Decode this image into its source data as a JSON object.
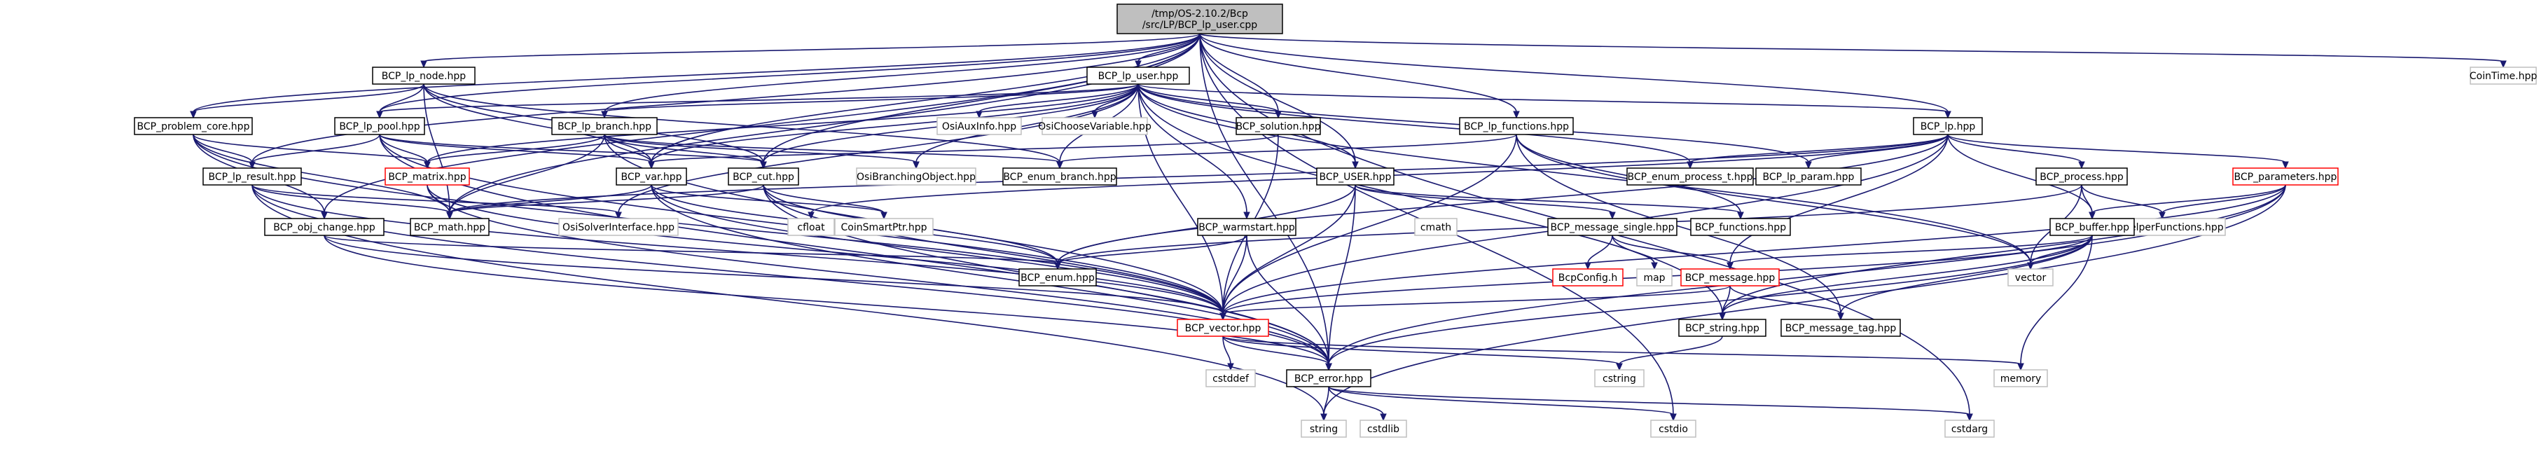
{
  "graph": {
    "root": "/tmp/OS-2.10.2/Bcp\n/src/LP/BCP_lp_user.cpp",
    "nodes": [
      {
        "id": "root",
        "label": "/tmp/OS-2.10.2/Bcp\n/src/LP/BCP_lp_user.cpp",
        "style": "root"
      },
      {
        "id": "lp_node",
        "label": "BCP_lp_node.hpp",
        "style": "normal"
      },
      {
        "id": "lp_user",
        "label": "BCP_lp_user.hpp",
        "style": "normal"
      },
      {
        "id": "coin_time",
        "label": "CoinTime.hpp",
        "style": "grey"
      },
      {
        "id": "problem_core",
        "label": "BCP_problem_core.hpp",
        "style": "normal"
      },
      {
        "id": "lp_pool",
        "label": "BCP_lp_pool.hpp",
        "style": "normal"
      },
      {
        "id": "lp_branch",
        "label": "BCP_lp_branch.hpp",
        "style": "normal"
      },
      {
        "id": "osi_aux",
        "label": "OsiAuxInfo.hpp",
        "style": "grey"
      },
      {
        "id": "osi_choose",
        "label": "OsiChooseVariable.hpp",
        "style": "grey"
      },
      {
        "id": "solution",
        "label": "BCP_solution.hpp",
        "style": "normal"
      },
      {
        "id": "lp_functions",
        "label": "BCP_lp_functions.hpp",
        "style": "normal"
      },
      {
        "id": "lp_hpp",
        "label": "BCP_lp.hpp",
        "style": "normal"
      },
      {
        "id": "lp_result",
        "label": "BCP_lp_result.hpp",
        "style": "normal"
      },
      {
        "id": "matrix",
        "label": "BCP_matrix.hpp",
        "style": "red"
      },
      {
        "id": "var",
        "label": "BCP_var.hpp",
        "style": "normal"
      },
      {
        "id": "cut",
        "label": "BCP_cut.hpp",
        "style": "normal"
      },
      {
        "id": "osi_branching",
        "label": "OsiBranchingObject.hpp",
        "style": "grey"
      },
      {
        "id": "enum_branch",
        "label": "BCP_enum_branch.hpp",
        "style": "normal"
      },
      {
        "id": "user",
        "label": "BCP_USER.hpp",
        "style": "normal"
      },
      {
        "id": "enum_process",
        "label": "BCP_enum_process_t.hpp",
        "style": "normal"
      },
      {
        "id": "lp_param",
        "label": "BCP_lp_param.hpp",
        "style": "normal"
      },
      {
        "id": "process",
        "label": "BCP_process.hpp",
        "style": "normal"
      },
      {
        "id": "parameters",
        "label": "BCP_parameters.hpp",
        "style": "red"
      },
      {
        "id": "obj_change",
        "label": "BCP_obj_change.hpp",
        "style": "normal"
      },
      {
        "id": "math",
        "label": "BCP_math.hpp",
        "style": "normal"
      },
      {
        "id": "osi_solver",
        "label": "OsiSolverInterface.hpp",
        "style": "grey"
      },
      {
        "id": "cfloat",
        "label": "cfloat",
        "style": "grey"
      },
      {
        "id": "coin_smart",
        "label": "CoinSmartPtr.hpp",
        "style": "grey"
      },
      {
        "id": "warmstart",
        "label": "BCP_warmstart.hpp",
        "style": "normal"
      },
      {
        "id": "cmath",
        "label": "cmath",
        "style": "grey"
      },
      {
        "id": "msg_single",
        "label": "BCP_message_single.hpp",
        "style": "normal"
      },
      {
        "id": "functions",
        "label": "BCP_functions.hpp",
        "style": "normal"
      },
      {
        "id": "coin_helper",
        "label": "CoinHelperFunctions.hpp",
        "style": "grey"
      },
      {
        "id": "buffer",
        "label": "BCP_buffer.hpp",
        "style": "normal"
      },
      {
        "id": "enum",
        "label": "BCP_enum.hpp",
        "style": "normal"
      },
      {
        "id": "bcp_config",
        "label": "BcpConfig.h",
        "style": "red"
      },
      {
        "id": "map",
        "label": "map",
        "style": "grey"
      },
      {
        "id": "message",
        "label": "BCP_message.hpp",
        "style": "red"
      },
      {
        "id": "vector_std",
        "label": "vector",
        "style": "grey"
      },
      {
        "id": "bcp_vector",
        "label": "BCP_vector.hpp",
        "style": "red"
      },
      {
        "id": "string_hpp",
        "label": "BCP_string.hpp",
        "style": "normal"
      },
      {
        "id": "msg_tag",
        "label": "BCP_message_tag.hpp",
        "style": "normal"
      },
      {
        "id": "cstddef",
        "label": "cstddef",
        "style": "grey"
      },
      {
        "id": "error",
        "label": "BCP_error.hpp",
        "style": "normal"
      },
      {
        "id": "cstring",
        "label": "cstring",
        "style": "grey"
      },
      {
        "id": "memory",
        "label": "memory",
        "style": "grey"
      },
      {
        "id": "string_std",
        "label": "string",
        "style": "grey"
      },
      {
        "id": "cstdlib",
        "label": "cstdlib",
        "style": "grey"
      },
      {
        "id": "cstdio",
        "label": "cstdio",
        "style": "grey"
      },
      {
        "id": "cstdarg",
        "label": "cstdarg",
        "style": "grey"
      }
    ],
    "edges": [
      [
        "root",
        "lp_node"
      ],
      [
        "root",
        "lp_user"
      ],
      [
        "root",
        "coin_time"
      ],
      [
        "root",
        "problem_core"
      ],
      [
        "root",
        "lp_pool"
      ],
      [
        "root",
        "lp_branch"
      ],
      [
        "root",
        "solution"
      ],
      [
        "root",
        "lp_functions"
      ],
      [
        "root",
        "lp_hpp"
      ],
      [
        "root",
        "lp_result"
      ],
      [
        "root",
        "cut"
      ],
      [
        "root",
        "var"
      ],
      [
        "root",
        "user"
      ],
      [
        "root",
        "obj_change"
      ],
      [
        "root",
        "math"
      ],
      [
        "root",
        "error"
      ],
      [
        "root",
        "cstdio"
      ],
      [
        "root",
        "cstdarg"
      ],
      [
        "lp_node",
        "problem_core"
      ],
      [
        "lp_node",
        "lp_pool"
      ],
      [
        "lp_node",
        "var"
      ],
      [
        "lp_node",
        "cut"
      ],
      [
        "lp_node",
        "math"
      ],
      [
        "lp_node",
        "enum_branch"
      ],
      [
        "lp_user",
        "lp_pool"
      ],
      [
        "lp_user",
        "lp_branch"
      ],
      [
        "lp_user",
        "osi_aux"
      ],
      [
        "lp_user",
        "osi_choose"
      ],
      [
        "lp_user",
        "solution"
      ],
      [
        "lp_user",
        "enum_process"
      ],
      [
        "lp_user",
        "lp_param"
      ],
      [
        "lp_user",
        "lp_hpp"
      ],
      [
        "lp_user",
        "var"
      ],
      [
        "lp_user",
        "cut"
      ],
      [
        "lp_user",
        "matrix"
      ],
      [
        "lp_user",
        "enum_branch"
      ],
      [
        "lp_user",
        "user"
      ],
      [
        "lp_user",
        "warmstart"
      ],
      [
        "lp_user",
        "bcp_vector"
      ],
      [
        "lp_user",
        "osi_branching"
      ],
      [
        "lp_user",
        "osi_solver"
      ],
      [
        "lp_user",
        "vector_std"
      ],
      [
        "lp_user",
        "string_hpp"
      ],
      [
        "problem_core",
        "lp_result"
      ],
      [
        "problem_core",
        "matrix"
      ],
      [
        "problem_core",
        "obj_change"
      ],
      [
        "problem_core",
        "math"
      ],
      [
        "problem_core",
        "bcp_vector"
      ],
      [
        "lp_pool",
        "lp_result"
      ],
      [
        "lp_pool",
        "matrix"
      ],
      [
        "lp_pool",
        "var"
      ],
      [
        "lp_pool",
        "cut"
      ],
      [
        "lp_pool",
        "error"
      ],
      [
        "lp_pool",
        "bcp_vector"
      ],
      [
        "lp_branch",
        "matrix"
      ],
      [
        "lp_branch",
        "var"
      ],
      [
        "lp_branch",
        "cut"
      ],
      [
        "lp_branch",
        "enum_branch"
      ],
      [
        "lp_branch",
        "osi_branching"
      ],
      [
        "lp_branch",
        "bcp_vector"
      ],
      [
        "lp_branch",
        "math"
      ],
      [
        "solution",
        "var"
      ],
      [
        "solution",
        "bcp_vector"
      ],
      [
        "lp_functions",
        "enum_branch"
      ],
      [
        "lp_functions",
        "bcp_vector"
      ],
      [
        "lp_functions",
        "msg_tag"
      ],
      [
        "lp_functions",
        "functions"
      ],
      [
        "lp_functions",
        "vector_std"
      ],
      [
        "lp_hpp",
        "enum_process"
      ],
      [
        "lp_hpp",
        "lp_param"
      ],
      [
        "lp_hpp",
        "process"
      ],
      [
        "lp_hpp",
        "parameters"
      ],
      [
        "lp_hpp",
        "buffer"
      ],
      [
        "lp_hpp",
        "math"
      ],
      [
        "lp_hpp",
        "cfloat"
      ],
      [
        "lp_hpp",
        "bcp_vector"
      ],
      [
        "lp_hpp",
        "enum"
      ],
      [
        "lp_hpp",
        "message"
      ],
      [
        "lp_result",
        "math"
      ],
      [
        "lp_result",
        "osi_solver"
      ],
      [
        "lp_result",
        "bcp_vector"
      ],
      [
        "lp_result",
        "error"
      ],
      [
        "lp_result",
        "string_std"
      ],
      [
        "matrix",
        "math"
      ],
      [
        "matrix",
        "bcp_vector"
      ],
      [
        "matrix",
        "error"
      ],
      [
        "var",
        "math"
      ],
      [
        "var",
        "enum"
      ],
      [
        "var",
        "bcp_vector"
      ],
      [
        "var",
        "error"
      ],
      [
        "var",
        "coin_smart"
      ],
      [
        "cut",
        "math"
      ],
      [
        "cut",
        "enum"
      ],
      [
        "cut",
        "bcp_vector"
      ],
      [
        "cut",
        "error"
      ],
      [
        "cut",
        "coin_smart"
      ],
      [
        "user",
        "enum"
      ],
      [
        "user",
        "msg_single"
      ],
      [
        "user",
        "functions"
      ],
      [
        "user",
        "bcp_vector"
      ],
      [
        "user",
        "error"
      ],
      [
        "obj_change",
        "enum"
      ],
      [
        "obj_change",
        "bcp_vector"
      ],
      [
        "obj_change",
        "error"
      ],
      [
        "warmstart",
        "enum"
      ],
      [
        "warmstart",
        "bcp_vector"
      ],
      [
        "warmstart",
        "error"
      ],
      [
        "process",
        "buffer"
      ],
      [
        "process",
        "coin_helper"
      ],
      [
        "process",
        "vector_std"
      ],
      [
        "process",
        "enum"
      ],
      [
        "parameters",
        "buffer"
      ],
      [
        "parameters",
        "bcp_vector"
      ],
      [
        "parameters",
        "string_hpp"
      ],
      [
        "parameters",
        "error"
      ],
      [
        "parameters",
        "coin_helper"
      ],
      [
        "parameters",
        "string_std"
      ],
      [
        "msg_single",
        "bcp_config"
      ],
      [
        "msg_single",
        "map"
      ],
      [
        "msg_single",
        "message"
      ],
      [
        "buffer",
        "message"
      ],
      [
        "buffer",
        "bcp_vector"
      ],
      [
        "buffer",
        "string_hpp"
      ],
      [
        "buffer",
        "msg_tag"
      ],
      [
        "buffer",
        "error"
      ],
      [
        "buffer",
        "vector_std"
      ],
      [
        "buffer",
        "memory"
      ],
      [
        "message",
        "bcp_vector"
      ],
      [
        "message",
        "string_hpp"
      ],
      [
        "message",
        "msg_tag"
      ],
      [
        "bcp_vector",
        "cstddef"
      ],
      [
        "bcp_vector",
        "memory"
      ],
      [
        "bcp_vector",
        "error"
      ],
      [
        "bcp_vector",
        "cstring"
      ],
      [
        "string_hpp",
        "cstring"
      ],
      [
        "error",
        "string_std"
      ],
      [
        "error",
        "cstdlib"
      ],
      [
        "error",
        "cstdio"
      ],
      [
        "error",
        "cstdarg"
      ]
    ]
  }
}
